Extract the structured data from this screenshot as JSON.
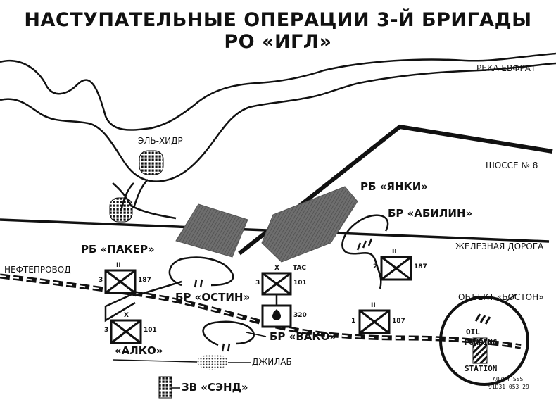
{
  "title_line1": "НАСТУПАТЕЛЬНЫЕ ОПЕРАЦИИ 3-Й БРИГАДЫ",
  "title_line2": "РО «ИГЛ»",
  "features": {
    "river": "РЕКА ЕВФРАТ",
    "highway": "ШОССЕ № 8",
    "railroad": "ЖЕЛЕЗНАЯ ДОРОГА",
    "pipeline": "НЕФТЕПРОВОД"
  },
  "places": {
    "el_khidr": "ЭЛЬ-ХИДР",
    "jilab": "ДЖИЛАБ"
  },
  "objectives": {
    "yankee": "РБ «ЯНКИ»",
    "abilene": "БР «АБИЛИН»",
    "packer": "РБ «ПАКЕР»",
    "austin": "БР «ОСТИН»",
    "waco": "БР «ВАКО»",
    "alko": "«АЛКО»",
    "sand": "ЗВ «СЭНД»",
    "boston": "ОБЪЕКТ «БОСТОН»"
  },
  "oil_station": {
    "line1": "OIL",
    "line2": "PUMPING",
    "line3": "STATION"
  },
  "units": [
    {
      "num_left": "3",
      "num_right": "187",
      "echelon": "II"
    },
    {
      "num_left": "3",
      "num_right": "101",
      "echelon": "X"
    },
    {
      "num_left": "3",
      "num_right": "101",
      "echelon": "X",
      "tag": "TAC"
    },
    {
      "num_right": "320"
    },
    {
      "num_left": "2",
      "num_right": "187",
      "echelon": "II"
    },
    {
      "num_left": "1",
      "num_right": "187",
      "echelon": "II"
    }
  ],
  "catalog": {
    "line1": "A0704 SSS",
    "line2": "91D31 053 29"
  },
  "colors": {
    "ink": "#111111",
    "shade": "#6e6e6e",
    "background": "#ffffff"
  }
}
